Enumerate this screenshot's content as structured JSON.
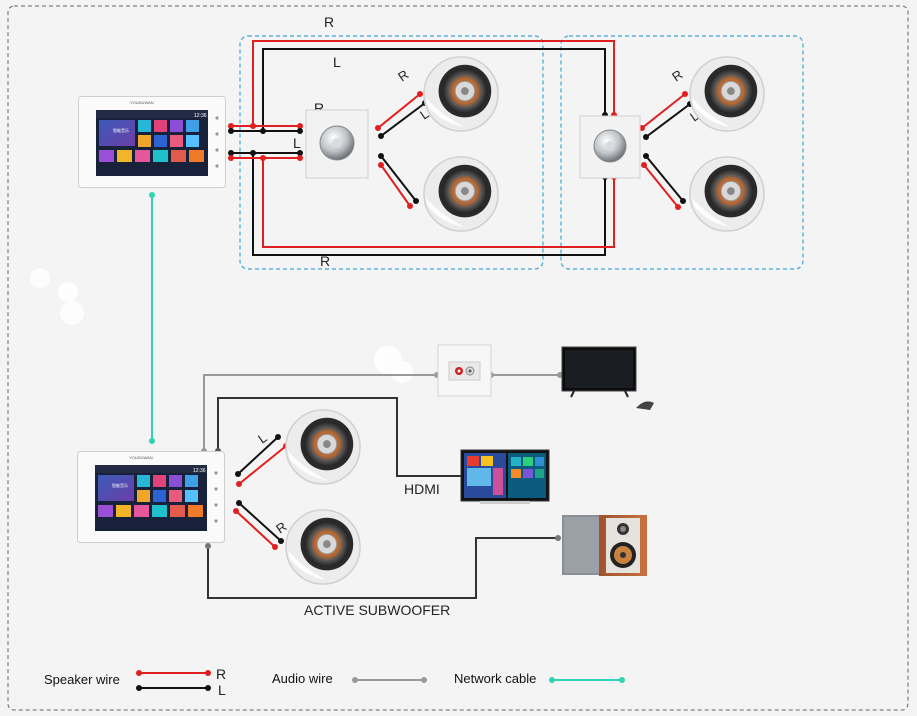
{
  "colors": {
    "background": "#f4f4f4",
    "speaker_wire_r": "#e02020",
    "speaker_wire_l": "#111111",
    "audio_wire": "#999999",
    "network_cable": "#2fd3b4",
    "zone_border": "#3aa7d8"
  },
  "labels": {
    "r_top": "R",
    "l_top": "L",
    "r_bottom": "R",
    "r_knob": "R",
    "l_knob": "L",
    "r_spk1": "R",
    "l_spk1": "L",
    "r_spk2": "R",
    "l_spk2": "L",
    "l_spk_lower": "L",
    "r_spk_lower": "R",
    "hdmi": "HDMI",
    "active_subwoofer": "ACTIVE SUBWOOFER"
  },
  "panel": {
    "brand": "YOUDUWAN",
    "time": "12:36",
    "tile_text": "智能音乐"
  },
  "icons": {
    "control_panel_top": "touch-panel-icon",
    "control_panel_bottom": "touch-panel-icon",
    "volume_knob": "volume-knob-icon",
    "ceiling_speaker": "ceiling-speaker-icon",
    "av_wall_plate": "av-wall-plate-icon",
    "television": "tv-icon",
    "smart_tv": "smart-tv-icon",
    "bookshelf_speakers": "bookshelf-speakers-icon"
  },
  "legend": {
    "speaker_wire": "Speaker wire",
    "speaker_wire_r": "R",
    "speaker_wire_l": "L",
    "audio_wire": "Audio wire",
    "network_cable": "Network cable"
  }
}
